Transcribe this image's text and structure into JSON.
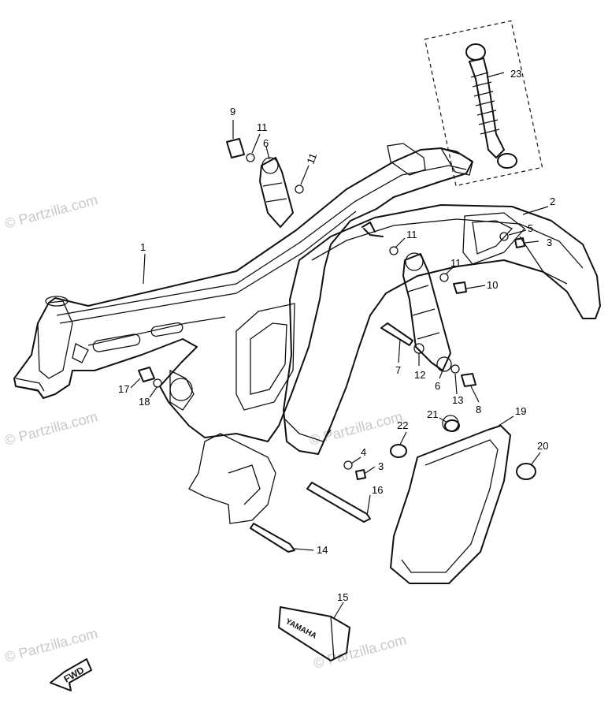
{
  "watermark": {
    "text": "© Partzilla.com"
  },
  "fwd_label": "FWD",
  "emblem_text": "YAMAHA",
  "callouts": [
    {
      "id": "1",
      "label": "1"
    },
    {
      "id": "2",
      "label": "2"
    },
    {
      "id": "3a",
      "label": "3"
    },
    {
      "id": "3b",
      "label": "3"
    },
    {
      "id": "4",
      "label": "4"
    },
    {
      "id": "5",
      "label": "5"
    },
    {
      "id": "6a",
      "label": "6"
    },
    {
      "id": "6b",
      "label": "6"
    },
    {
      "id": "7",
      "label": "7"
    },
    {
      "id": "8",
      "label": "8"
    },
    {
      "id": "9",
      "label": "9"
    },
    {
      "id": "10",
      "label": "10"
    },
    {
      "id": "11a",
      "label": "11"
    },
    {
      "id": "11b",
      "label": "11"
    },
    {
      "id": "11c",
      "label": "11"
    },
    {
      "id": "11d",
      "label": "11"
    },
    {
      "id": "12",
      "label": "12"
    },
    {
      "id": "13",
      "label": "13"
    },
    {
      "id": "14",
      "label": "14"
    },
    {
      "id": "15",
      "label": "15"
    },
    {
      "id": "16",
      "label": "16"
    },
    {
      "id": "17",
      "label": "17"
    },
    {
      "id": "18",
      "label": "18"
    },
    {
      "id": "19",
      "label": "19"
    },
    {
      "id": "20",
      "label": "20"
    },
    {
      "id": "21",
      "label": "21"
    },
    {
      "id": "22",
      "label": "22"
    },
    {
      "id": "23",
      "label": "23"
    }
  ]
}
